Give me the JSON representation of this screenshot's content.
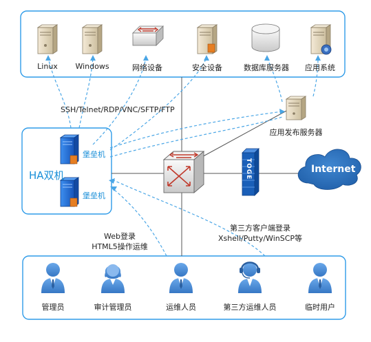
{
  "servers": [
    "Linux",
    "Windows",
    "网络设备",
    "安全设备",
    "数据库服务器",
    "应用系统"
  ],
  "protocols": "SSH/Telnet/RDP/VNC/SFTP/FTP",
  "app_publish_server": "应用发布服务器",
  "ha_label": "HA双机",
  "bastion_1": "堡垒机",
  "bastion_2": "堡垒机",
  "firewall_label": "TOGE",
  "internet_label": "Internet",
  "web_login": [
    "Web登录",
    "HTML5操作运维"
  ],
  "third_party_login": [
    "第三方客户端登录",
    "Xshell/Putty/WinSCP等"
  ],
  "users": [
    "管理员",
    "审计管理员",
    "运维人员",
    "第三方运维人员",
    "临时用户"
  ],
  "colors": {
    "box_border": "#2e9be8",
    "dashed_line": "#4aa6e6",
    "solid_line": "#555555",
    "bastion_blue": "#1d6fd0",
    "user_blue": "#4b8fd6",
    "cloud": "#2a6fb8",
    "firewall": "#1a5fb8"
  }
}
